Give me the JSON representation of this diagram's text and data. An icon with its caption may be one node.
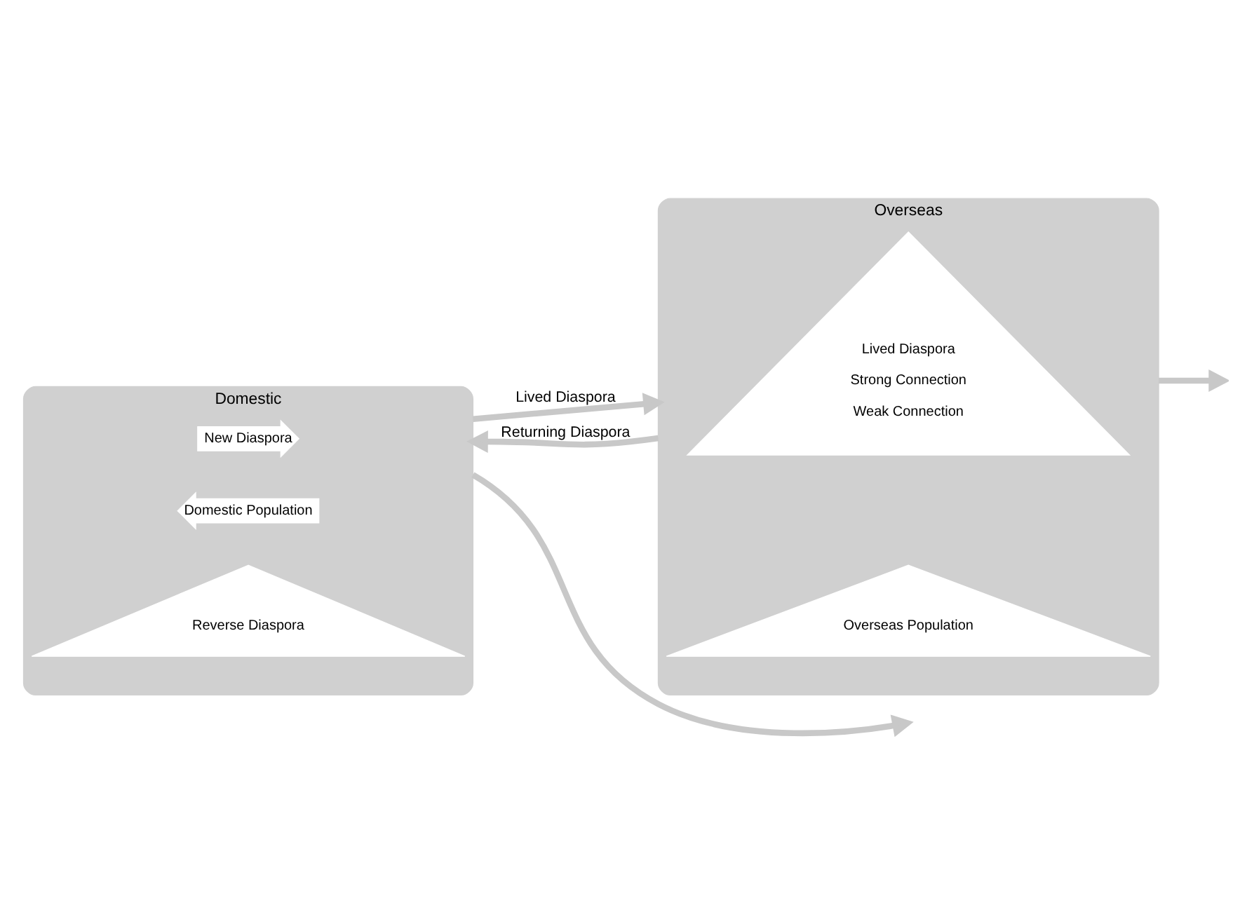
{
  "diagram": {
    "nodes": [
      {
        "text": [
          "Domestic"
        ]
      },
      {
        "text": [
          "New Diaspora"
        ],
        "in": 0
      },
      {
        "text": [
          "Domestic Population"
        ],
        "in": 0
      },
      {
        "text": [
          "Reverse Diaspora"
        ],
        "in": 0
      },
      {
        "text": [
          "Overseas"
        ]
      },
      {
        "text": [
          "Lived Diaspora",
          "Strong Connection",
          "Weak Connection"
        ],
        "in": 4
      },
      {
        "text": [
          "Overseas Population"
        ],
        "in": 4
      }
    ],
    "edges": [
      {
        "from": 0,
        "to": 4,
        "arrow": "to",
        "label": "Lived Diaspora"
      },
      {
        "from": 4,
        "to": 0,
        "arrow": "to",
        "label": "Returning Diaspora"
      },
      {
        "from": 0,
        "to": null,
        "arrow": "to"
      },
      {
        "from": 4,
        "to": null,
        "arrow": "to"
      }
    ]
  }
}
